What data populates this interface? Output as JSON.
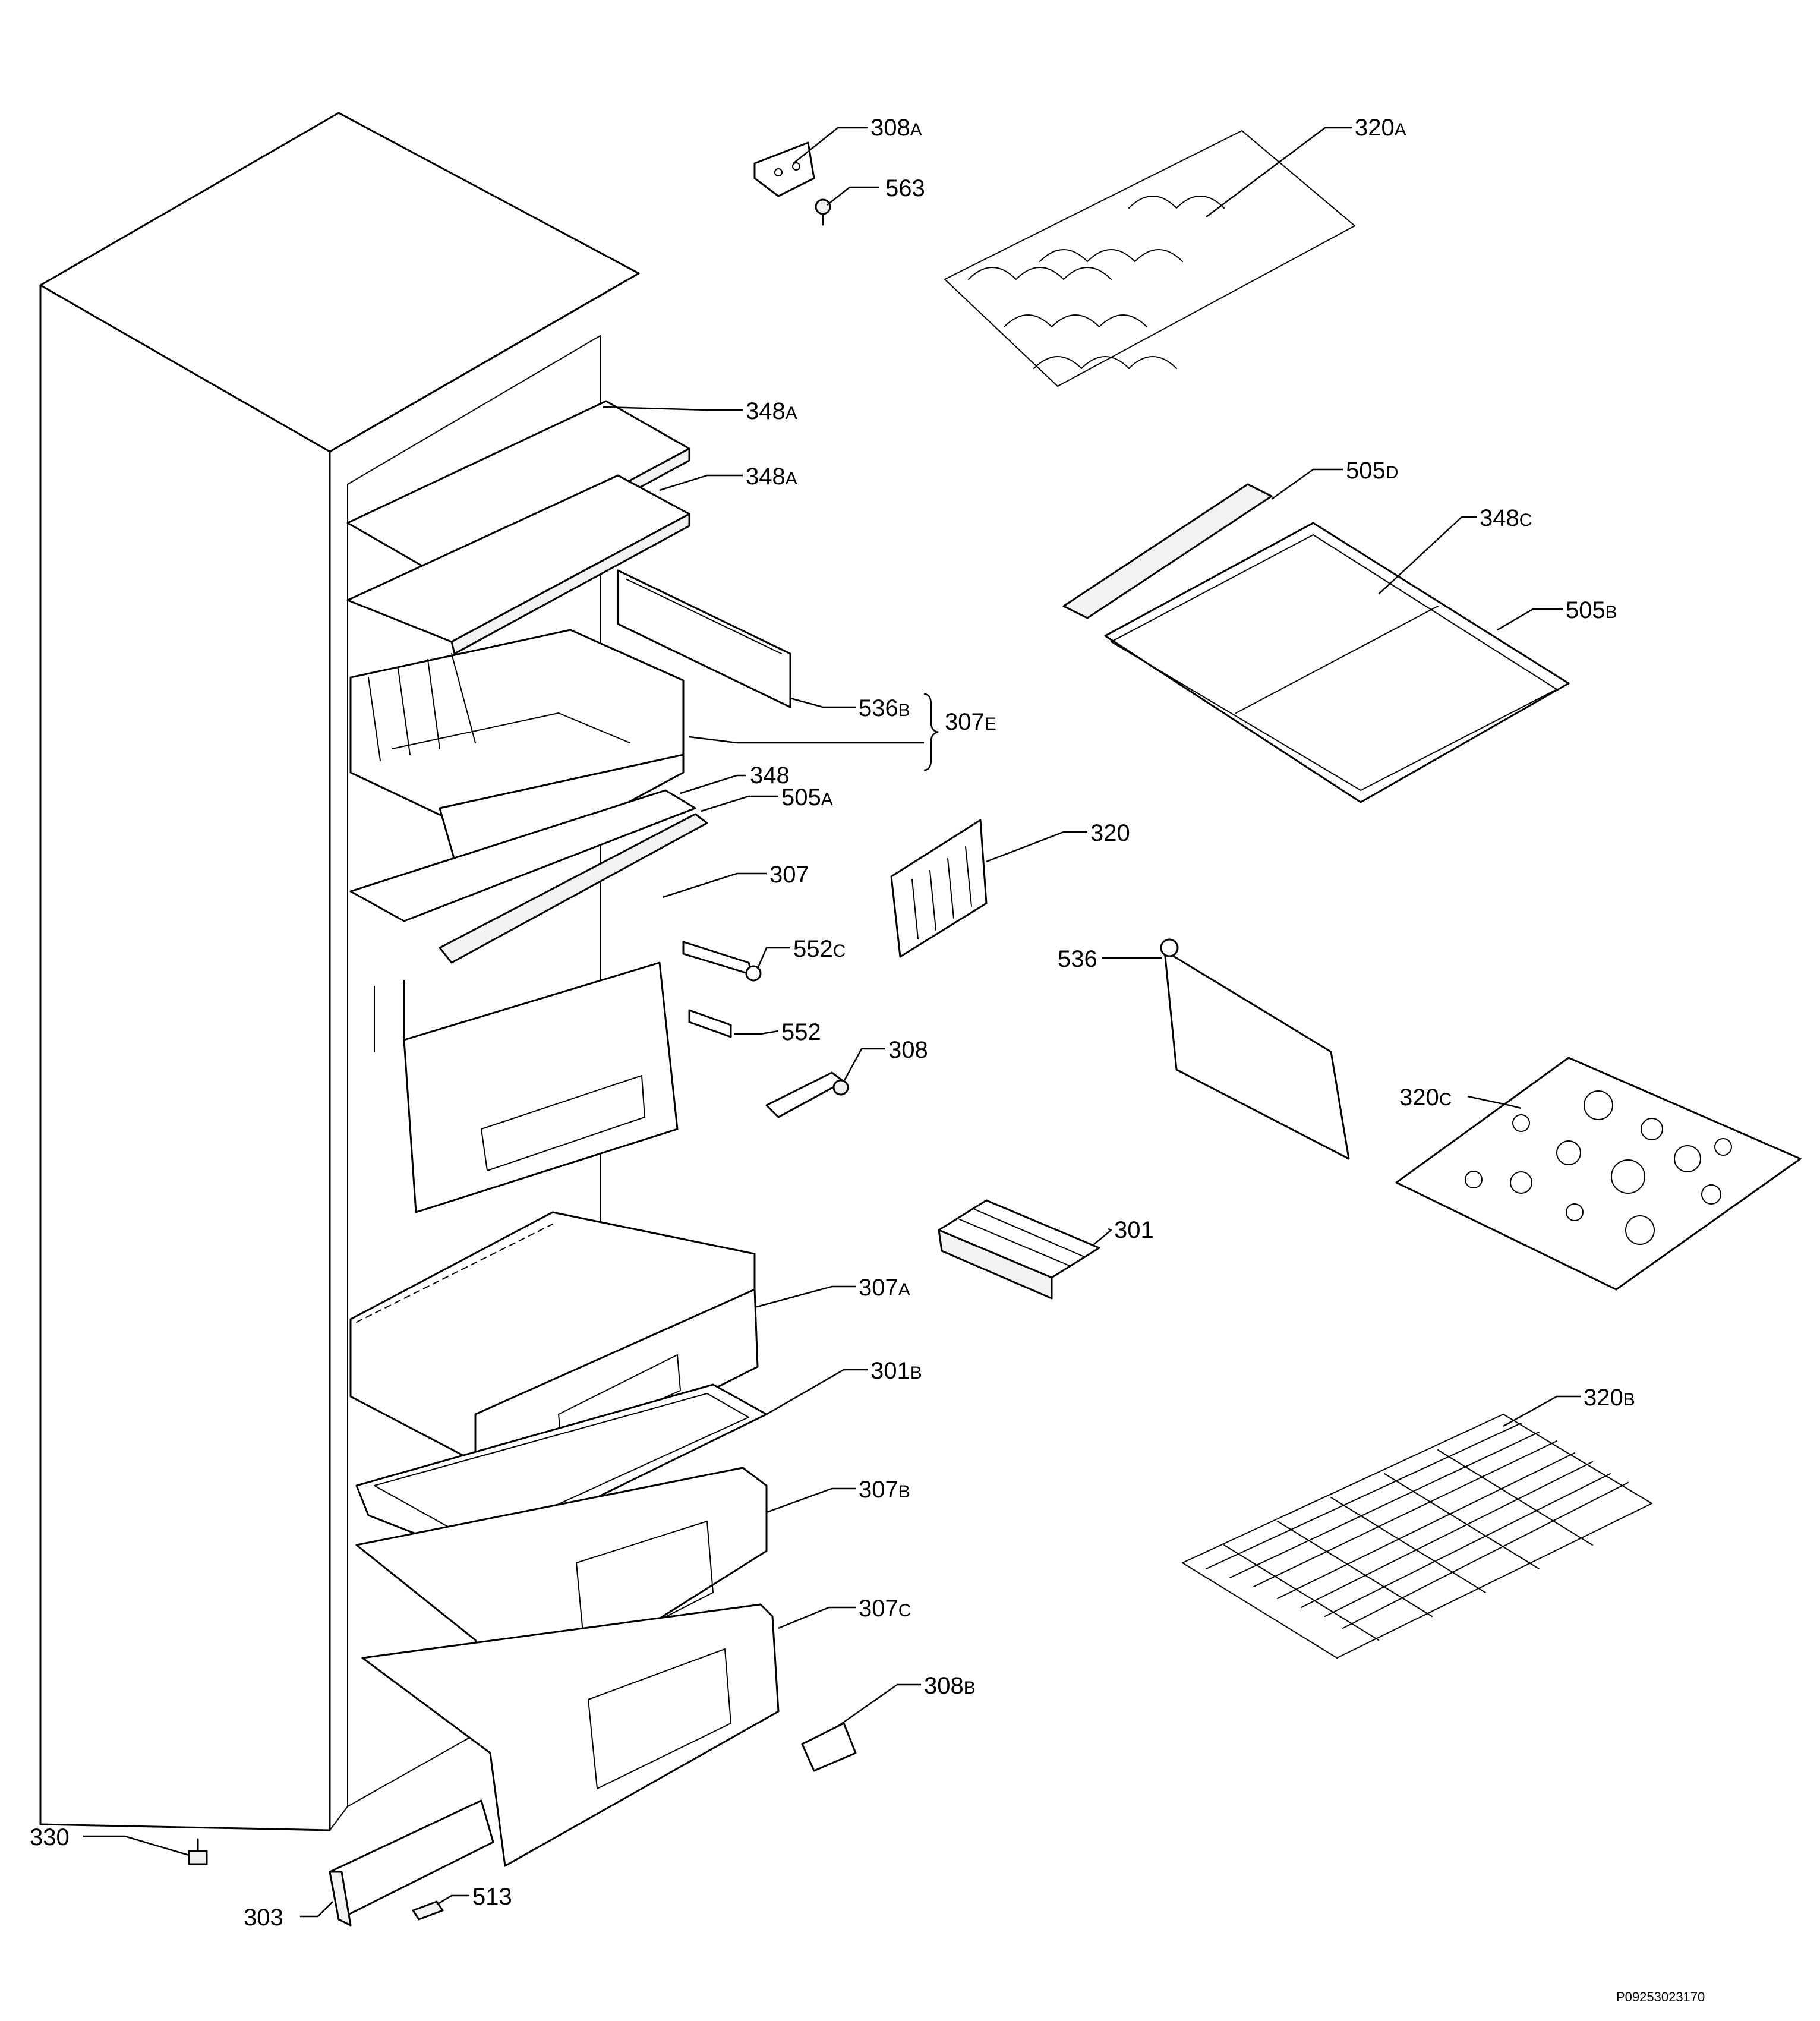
{
  "drawing_ref": "P09253023170",
  "callouts": [
    {
      "id": "c-308a",
      "num": "308",
      "suffix": "A"
    },
    {
      "id": "c-563",
      "num": "563",
      "suffix": ""
    },
    {
      "id": "c-320a",
      "num": "320",
      "suffix": "A"
    },
    {
      "id": "c-348a-1",
      "num": "348",
      "suffix": "A"
    },
    {
      "id": "c-348a-2",
      "num": "348",
      "suffix": "A"
    },
    {
      "id": "c-505d",
      "num": "505",
      "suffix": "D"
    },
    {
      "id": "c-348c",
      "num": "348",
      "suffix": "C"
    },
    {
      "id": "c-505b",
      "num": "505",
      "suffix": "B"
    },
    {
      "id": "c-536b",
      "num": "536",
      "suffix": "B"
    },
    {
      "id": "c-307e",
      "num": "307",
      "suffix": "E"
    },
    {
      "id": "c-348",
      "num": "348",
      "suffix": ""
    },
    {
      "id": "c-505a",
      "num": "505",
      "suffix": "A"
    },
    {
      "id": "c-320",
      "num": "320",
      "suffix": ""
    },
    {
      "id": "c-307",
      "num": "307",
      "suffix": ""
    },
    {
      "id": "c-552c",
      "num": "552",
      "suffix": "C"
    },
    {
      "id": "c-536",
      "num": "536",
      "suffix": ""
    },
    {
      "id": "c-552",
      "num": "552",
      "suffix": ""
    },
    {
      "id": "c-308",
      "num": "308",
      "suffix": ""
    },
    {
      "id": "c-320c",
      "num": "320",
      "suffix": "C"
    },
    {
      "id": "c-301",
      "num": "301",
      "suffix": ""
    },
    {
      "id": "c-307a",
      "num": "307",
      "suffix": "A"
    },
    {
      "id": "c-301b",
      "num": "301",
      "suffix": "B"
    },
    {
      "id": "c-320b",
      "num": "320",
      "suffix": "B"
    },
    {
      "id": "c-307b",
      "num": "307",
      "suffix": "B"
    },
    {
      "id": "c-307c",
      "num": "307",
      "suffix": "C"
    },
    {
      "id": "c-308b",
      "num": "308",
      "suffix": "B"
    },
    {
      "id": "c-330",
      "num": "330",
      "suffix": ""
    },
    {
      "id": "c-513",
      "num": "513",
      "suffix": ""
    },
    {
      "id": "c-303",
      "num": "303",
      "suffix": ""
    }
  ]
}
